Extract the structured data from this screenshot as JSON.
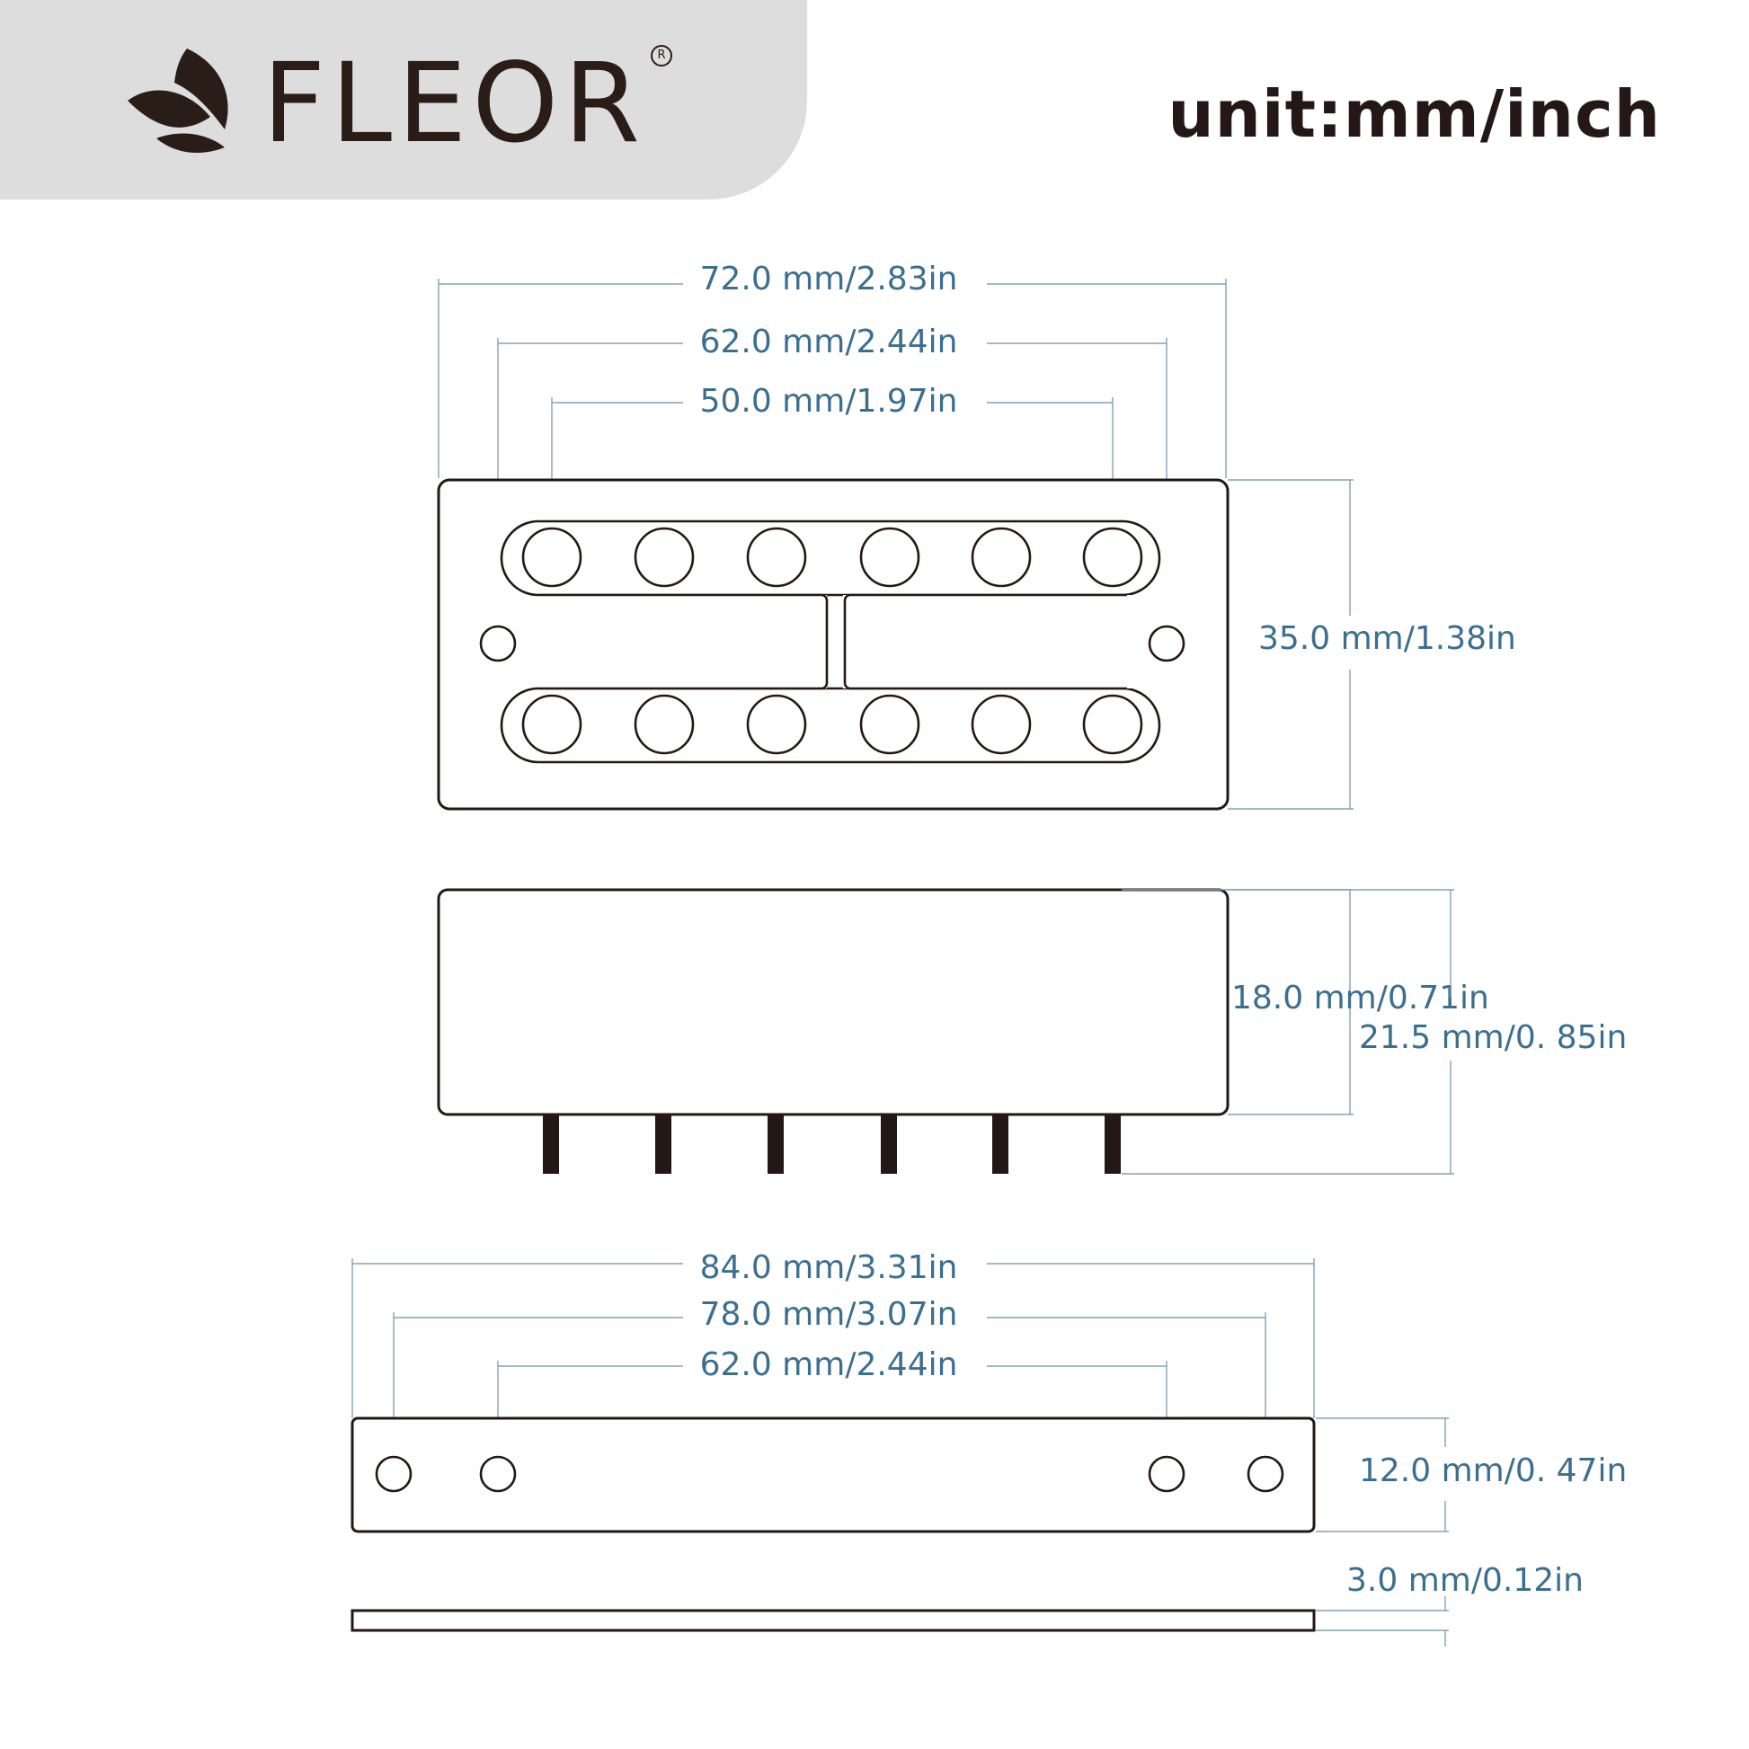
{
  "header": {
    "brand": "FLEOR",
    "registered_mark": "R",
    "logo_icon": "leaf-logo-icon",
    "unit_title": "unit:mm/inch"
  },
  "colors": {
    "header_bg": "#dcdddc",
    "outline": "#231815",
    "dimension_text": "#3c6e8f",
    "dimension_line": "#84a2b6"
  },
  "top_view": {
    "width_overall": "72.0 mm/2.83in",
    "mounting_hole_spacing": "62.0 mm/2.44in",
    "pole_spacing": "50.0 mm/1.97in",
    "height": "35.0 mm/1.38in",
    "pole_count_per_row": 6
  },
  "side_view": {
    "body_height": "18.0 mm/0.71in",
    "total_height": "21.5 mm/0. 85in",
    "pin_count": 6
  },
  "base_plate": {
    "width_overall": "84.0 mm/3.31in",
    "outer_hole_spacing": "78.0 mm/3.07in",
    "inner_hole_spacing": "62.0 mm/2.44in",
    "height": "12.0 mm/0. 47in",
    "thickness": "3.0 mm/0.12in"
  }
}
